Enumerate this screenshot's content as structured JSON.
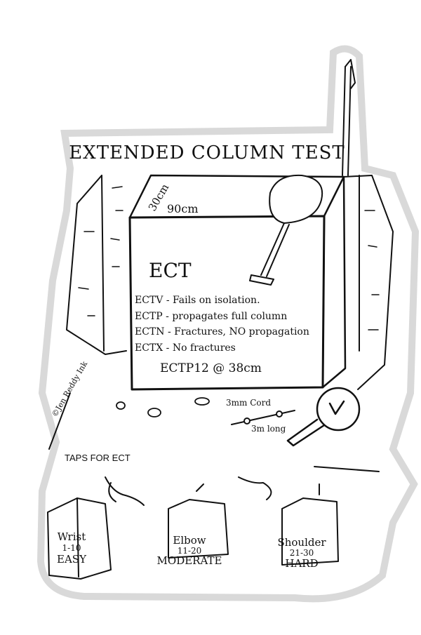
{
  "title": "EXTENDED COLUMN TEST",
  "dimensions": {
    "depth": "30cm",
    "width": "90cm"
  },
  "column_heading": "ECT",
  "definitions": [
    "ECTV - Fails on isolation.",
    "ECTP - propagates full column",
    "ECTN - Fractures, NO propagation",
    "ECTX - No fractures"
  ],
  "example_result": "ECTP12 @ 38cm",
  "cord": {
    "label": "3mm Cord",
    "length": "3m long"
  },
  "credit": "©Jen Reddy Ink",
  "taps_heading": "TAPS FOR ECT",
  "taps": [
    {
      "joint": "Wrist",
      "range": "1-10",
      "difficulty": "EASY"
    },
    {
      "joint": "Elbow",
      "range": "11-20",
      "difficulty": "MODERATE"
    },
    {
      "joint": "Shoulder",
      "range": "21-30",
      "difficulty": "HARD"
    }
  ],
  "colors": {
    "ink": "#111111",
    "sticker_shadow": "#d9d9d9",
    "background": "#ffffff"
  }
}
